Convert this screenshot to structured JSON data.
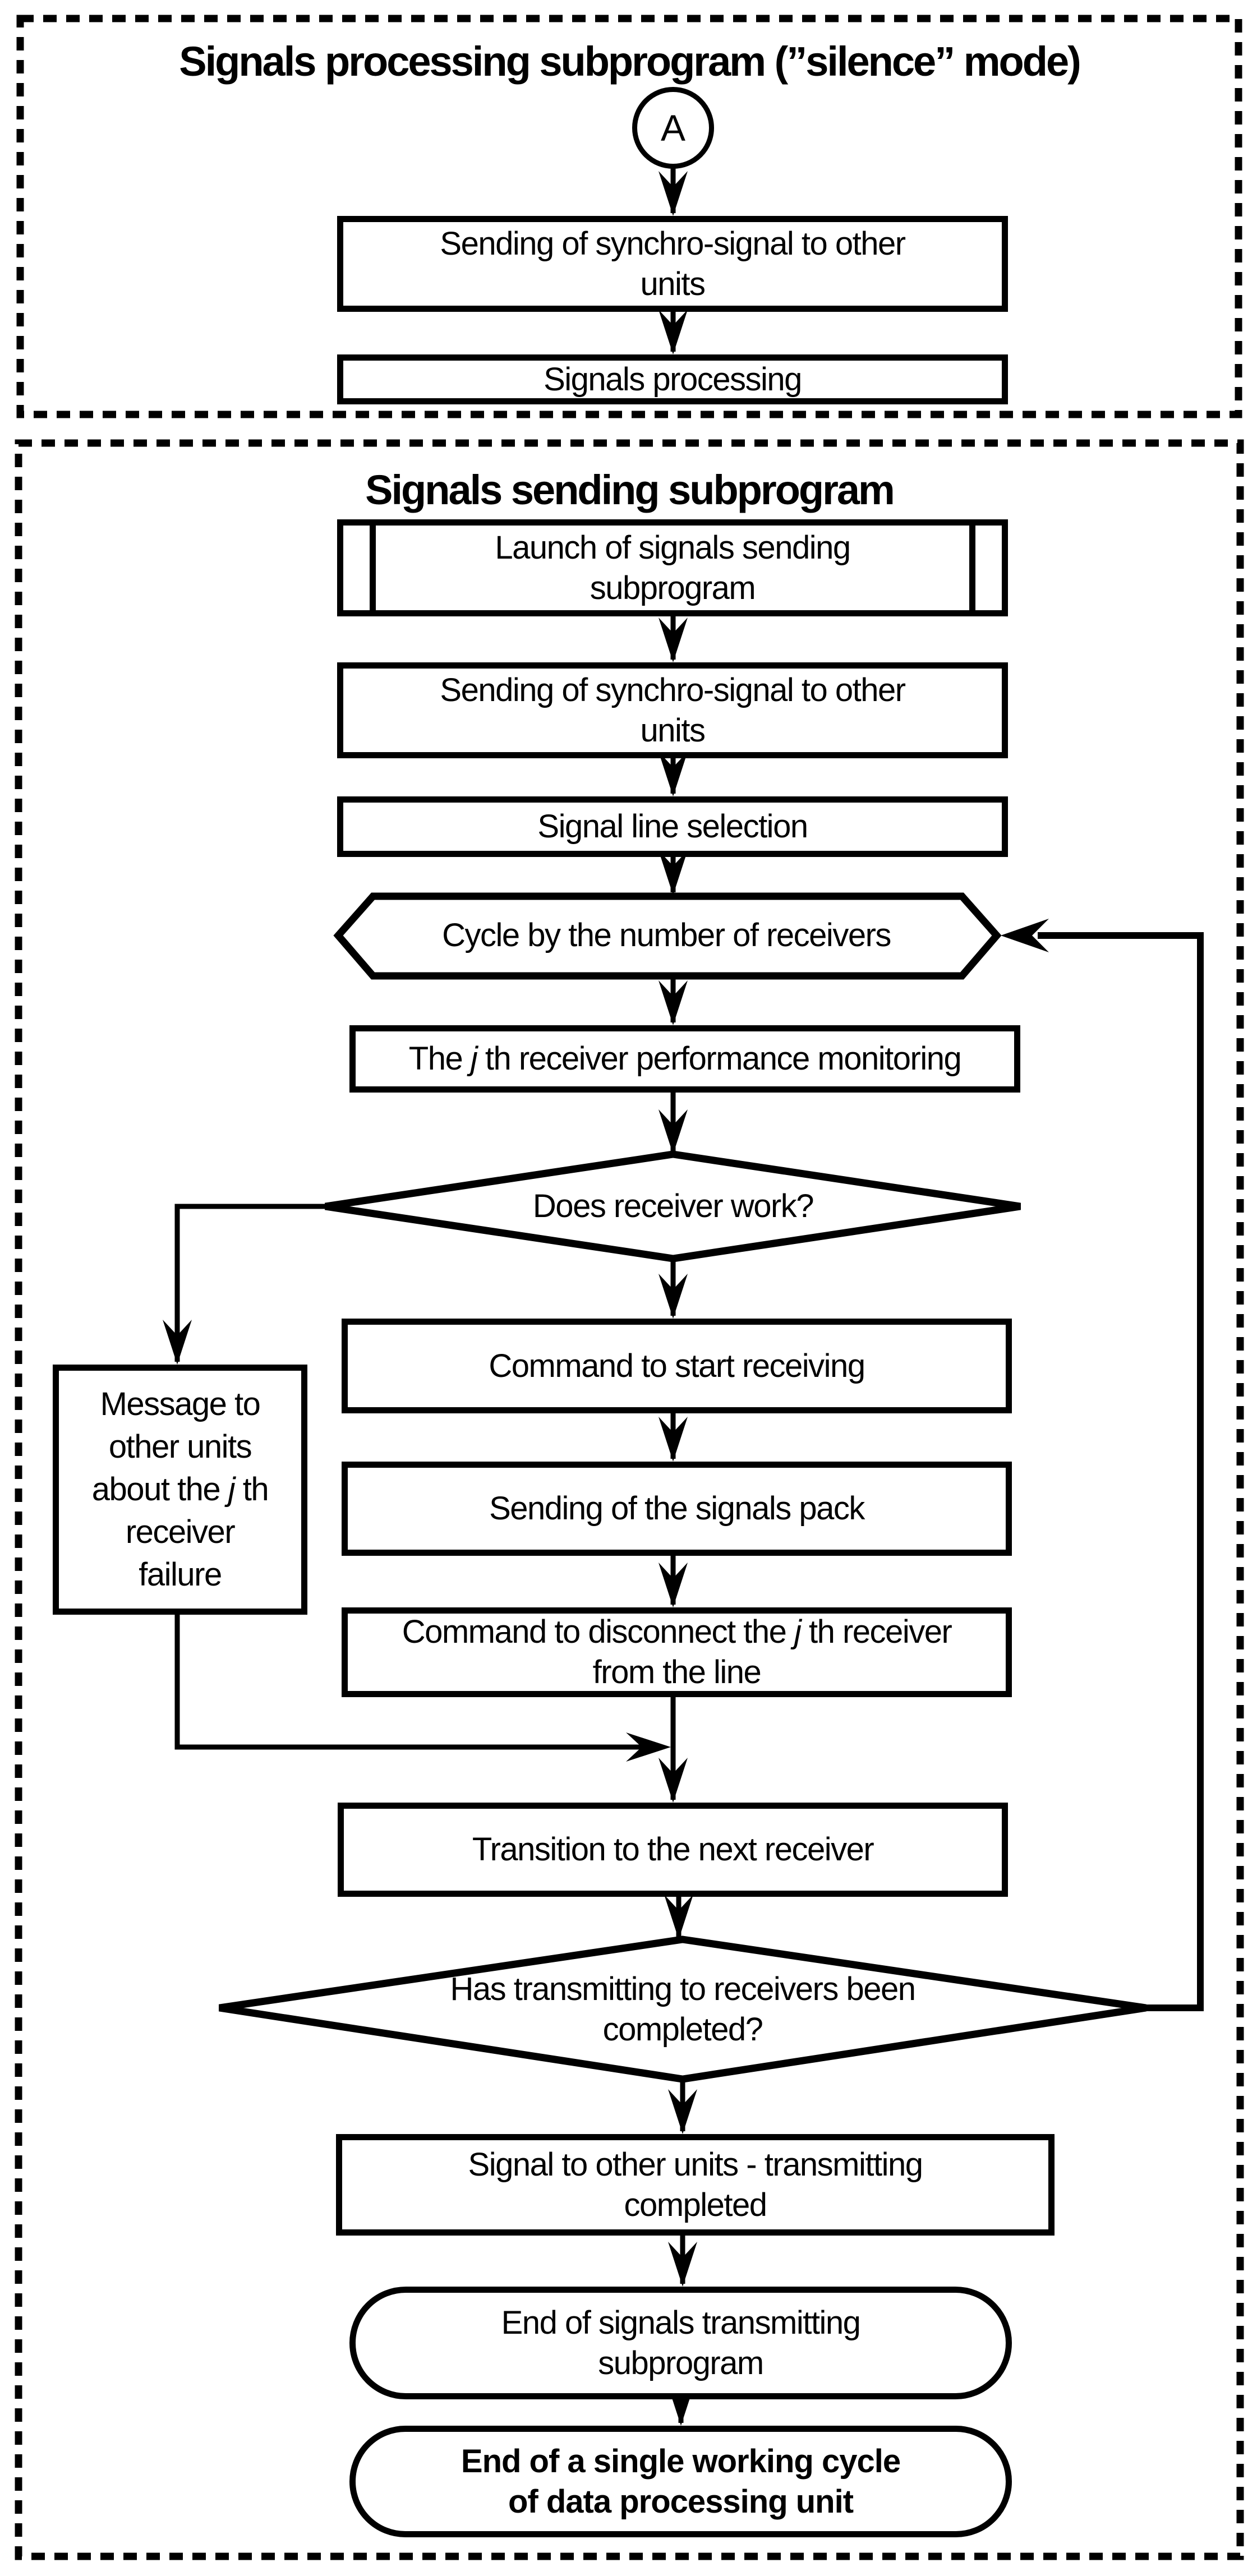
{
  "page": {
    "background": "#ffffff",
    "ink": "#000000"
  },
  "sections": {
    "processing": {
      "title": "Signals processing subprogram (”silence” mode)"
    },
    "sending": {
      "title": "Signals sending subprogram"
    }
  },
  "nodes": {
    "connector_a": {
      "label": "A"
    },
    "send_synchro_1": {
      "lines": [
        "Sending of synchro-signal to other",
        "units"
      ]
    },
    "signals_processing": {
      "lines": [
        "Signals processing"
      ]
    },
    "launch": {
      "lines": [
        "Launch of signals sending",
        "subprogram"
      ]
    },
    "send_synchro_2": {
      "lines": [
        "Sending of synchro-signal to other",
        "units"
      ]
    },
    "line_selection": {
      "lines": [
        "Signal line selection"
      ]
    },
    "cycle_hexagon": {
      "lines": [
        "Cycle by the number of receivers"
      ]
    },
    "monitoring": {
      "prefix": "The ",
      "j": "j",
      "suffix": " th receiver performance monitoring"
    },
    "receiver_works_decision": {
      "lines": [
        "Does receiver work?"
      ]
    },
    "failure_message": {
      "line1": "Message to",
      "line2": "other units",
      "line3_prefix": "about the ",
      "line3_j": "j",
      "line3_suffix": " th",
      "line4": "receiver",
      "line5": "failure"
    },
    "start_receiving": {
      "lines": [
        "Command to start receiving"
      ]
    },
    "send_pack": {
      "lines": [
        "Sending of the signals pack"
      ]
    },
    "disconnect": {
      "line1_prefix": "Command to disconnect the ",
      "line1_j": "j",
      "line1_suffix": " th receiver",
      "line2": "from the line"
    },
    "next_receiver": {
      "lines": [
        "Transition to the next receiver"
      ]
    },
    "transmit_complete_decision": {
      "lines": [
        "Has transmitting to receivers been",
        "completed?"
      ]
    },
    "signal_complete": {
      "lines": [
        "Signal to other units - transmitting",
        "completed"
      ]
    },
    "end_subprogram": {
      "lines": [
        "End of signals transmitting",
        "subprogram"
      ]
    },
    "end_cycle": {
      "lines": [
        "End of a single working cycle",
        "of data processing unit"
      ]
    }
  }
}
